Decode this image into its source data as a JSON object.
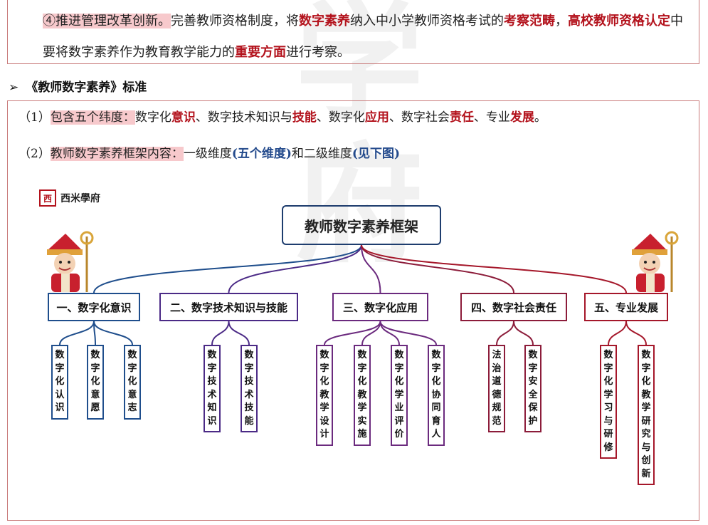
{
  "watermark": "学府",
  "para1": {
    "seg1": "④推进管理改革创新。",
    "seg2": "完善教师资格制度，将",
    "seg3": "数字素养",
    "seg4": "纳入中小学教师资格考试的",
    "seg5": "考察范畴",
    "seg6": "，",
    "seg7": "高校教师资格认定",
    "seg8": "中要将数字素养作为教育教学能力的",
    "seg9": "重要方面",
    "seg10": "进行考察。"
  },
  "section": {
    "arrow": "➢",
    "title": "《教师数字素养》标准"
  },
  "line1": {
    "num": "（1）",
    "lead": "包含五个纬度：",
    "a": "数字化",
    "b": "意识",
    "c": "、数字技术知识与",
    "d": "技能",
    "e": "、数字化",
    "f": "应用",
    "g": "、数字社会",
    "h": "责任",
    "i": "、专业",
    "j": "发展",
    "k": "。"
  },
  "line2": {
    "num": "（2）",
    "lead": "教师数字素养框架内容：",
    "a": "一级维度",
    "b": "(五个维度)",
    "c": "和二级维度",
    "d": "(见下图)"
  },
  "logo": {
    "mark": "西",
    "name": "西米學府"
  },
  "framework": {
    "root": "教师数字素养框架",
    "dimensions": [
      {
        "label": "一、数字化意识",
        "color": "#1f4e8c",
        "subs": [
          "数字化认识",
          "数字化意愿",
          "数字化意志"
        ]
      },
      {
        "label": "二、数字技术知识与技能",
        "color": "#4b2a86",
        "subs": [
          "数字技术知识",
          "数字技术技能"
        ]
      },
      {
        "label": "三、数字化应用",
        "color": "#6b2a7e",
        "subs": [
          "数字化教学设计",
          "数字化教学实施",
          "数字化学业评价",
          "数字化协同育人"
        ]
      },
      {
        "label": "四、数字社会责任",
        "color": "#8c1c3a",
        "subs": [
          "法治道德规范",
          "数字安全保护"
        ]
      },
      {
        "label": "五、专业发展",
        "color": "#a5172a",
        "subs": [
          "数字化学习与研修",
          "数字化教学研究与创新"
        ]
      }
    ]
  }
}
